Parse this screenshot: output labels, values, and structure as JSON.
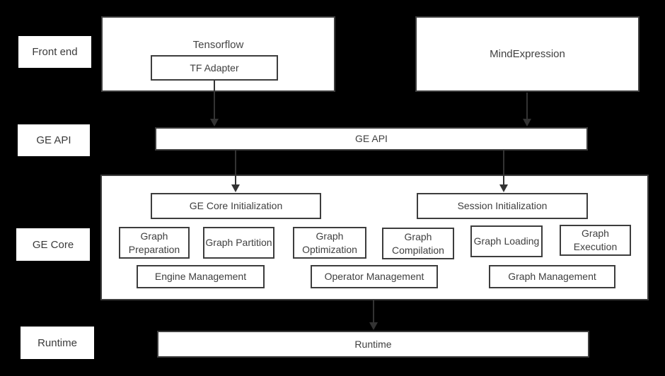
{
  "side_labels": {
    "front_end": "Front end",
    "ge_api": "GE API",
    "ge_core": "GE Core",
    "runtime": "Runtime"
  },
  "front_end_row": {
    "tensorflow_label": "Tensorflow",
    "tf_adapter_label": "TF Adapter",
    "mindexpression_label": "MindExpression"
  },
  "ge_api_bar": {
    "label": "GE API"
  },
  "ge_core": {
    "init_boxes": [
      "GE Core Initialization",
      "Session Initialization"
    ],
    "stage_boxes": [
      "Graph Preparation",
      "Graph Partition",
      "Graph Optimization",
      "Graph Compilation",
      "Graph Loading",
      "Graph Execution"
    ],
    "management_boxes": [
      "Engine Management",
      "Operator Management",
      "Graph Management"
    ]
  },
  "runtime_bar": {
    "label": "Runtime"
  },
  "connections": [
    {
      "from": "TF Adapter",
      "to": "GE API"
    },
    {
      "from": "MindExpression",
      "to": "GE API"
    },
    {
      "from": "GE API",
      "to": "GE Core Initialization"
    },
    {
      "from": "GE API",
      "to": "Session Initialization"
    },
    {
      "from": "GE Core",
      "to": "Runtime"
    }
  ],
  "colors": {
    "background": "#000000",
    "box_fill": "#ffffff",
    "box_border": "#3d3d3d",
    "text": "#3f3f3f",
    "arrow": "#333333"
  }
}
